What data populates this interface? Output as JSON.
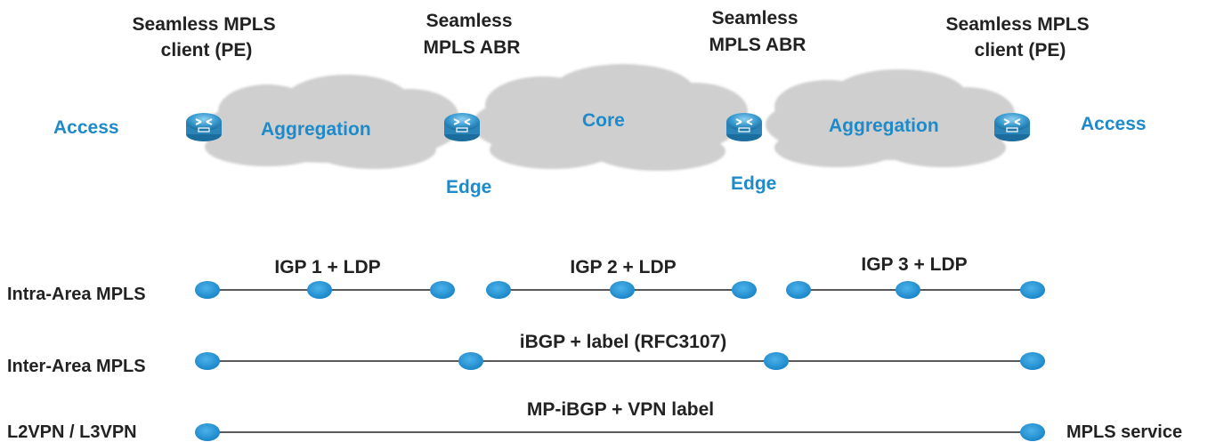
{
  "top_labels": {
    "pe_left": [
      "Seamless MPLS",
      "client (PE)"
    ],
    "abr_left": [
      "Seamless",
      "MPLS ABR"
    ],
    "abr_right": [
      "Seamless",
      "MPLS ABR"
    ],
    "pe_right": [
      "Seamless MPLS",
      "client (PE)"
    ]
  },
  "domains": {
    "access_left": "Access",
    "aggregation_left": "Aggregation",
    "core": "Core",
    "aggregation_right": "Aggregation",
    "access_right": "Access",
    "edge_left": "Edge",
    "edge_right": "Edge"
  },
  "rows": {
    "intra_area": {
      "label": "Intra-Area MPLS",
      "segments": [
        "IGP 1 + LDP",
        "IGP 2 + LDP",
        "IGP 3 + LDP"
      ]
    },
    "inter_area": {
      "label": "Inter-Area MPLS",
      "protocol": "iBGP + label (RFC3107)"
    },
    "vpn": {
      "label": "L2VPN / L3VPN",
      "protocol": "MP-iBGP + VPN label",
      "service": "MPLS service"
    }
  },
  "colors": {
    "accent_blue": "#1f8ac9",
    "cloud_grey": "#cfcfcf",
    "text_dark": "#222222",
    "router_blue": "#2c8fc4"
  },
  "icons": [
    "router-icon",
    "cloud-icon"
  ]
}
